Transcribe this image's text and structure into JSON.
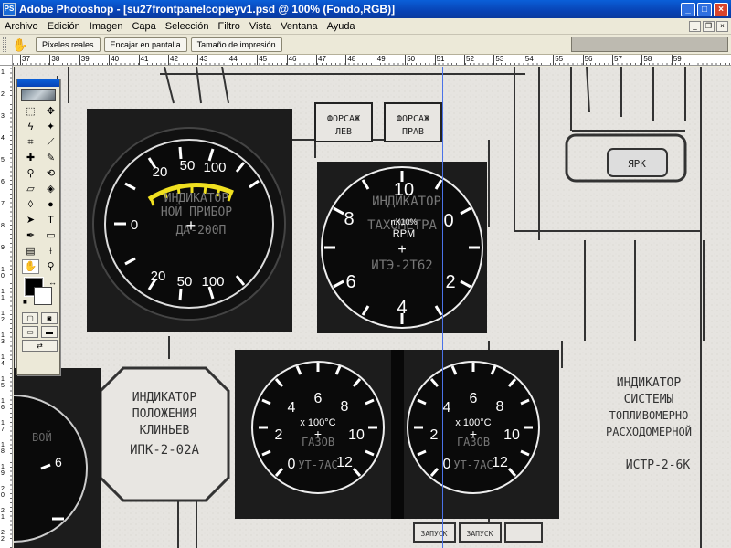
{
  "window": {
    "title": "Adobe Photoshop - [su27frontpanelcopieyv1.psd @ 100% (Fondo,RGB)]",
    "app_icon": "PS",
    "min": "_",
    "max": "□",
    "close": "×"
  },
  "menu": {
    "items": [
      "Archivo",
      "Edición",
      "Imagen",
      "Capa",
      "Selección",
      "Filtro",
      "Vista",
      "Ventana",
      "Ayuda"
    ],
    "mdi": [
      "_",
      "❐",
      "×"
    ]
  },
  "options": {
    "tool_icon": "hand-icon",
    "buttons": [
      "Píxeles reales",
      "Encajar en pantalla",
      "Tamaño de impresión"
    ]
  },
  "ruler": {
    "top_labels": [
      "37",
      "38",
      "39",
      "40",
      "41",
      "42",
      "43",
      "44",
      "45",
      "46",
      "47",
      "48",
      "49",
      "50",
      "51",
      "52",
      "53",
      "54",
      "55",
      "56",
      "57",
      "58",
      "59"
    ],
    "left_labels": [
      "1",
      "2",
      "3",
      "4",
      "5",
      "6",
      "7",
      "8",
      "9",
      "10",
      "11",
      "12",
      "13",
      "14",
      "15",
      "16",
      "17",
      "18",
      "19",
      "20",
      "21",
      "22"
    ]
  },
  "toolbox": {
    "tools": [
      {
        "name": "marquee-tool-icon",
        "glyph": "⬚"
      },
      {
        "name": "move-tool-icon",
        "glyph": "✥"
      },
      {
        "name": "lasso-tool-icon",
        "glyph": "ϟ"
      },
      {
        "name": "magic-wand-icon",
        "glyph": "✦"
      },
      {
        "name": "crop-tool-icon",
        "glyph": "⌗"
      },
      {
        "name": "slice-tool-icon",
        "glyph": "⟋"
      },
      {
        "name": "healing-brush-icon",
        "glyph": "✚"
      },
      {
        "name": "brush-tool-icon",
        "glyph": "✎"
      },
      {
        "name": "stamp-tool-icon",
        "glyph": "⚲"
      },
      {
        "name": "history-brush-icon",
        "glyph": "⟲"
      },
      {
        "name": "eraser-tool-icon",
        "glyph": "▱"
      },
      {
        "name": "bucket-tool-icon",
        "glyph": "◈"
      },
      {
        "name": "blur-tool-icon",
        "glyph": "◊"
      },
      {
        "name": "dodge-tool-icon",
        "glyph": "●"
      },
      {
        "name": "path-select-icon",
        "glyph": "➤"
      },
      {
        "name": "type-tool-icon",
        "glyph": "T"
      },
      {
        "name": "pen-tool-icon",
        "glyph": "✒"
      },
      {
        "name": "rectangle-tool-icon",
        "glyph": "▭"
      },
      {
        "name": "notes-tool-icon",
        "glyph": "▤"
      },
      {
        "name": "eyedropper-icon",
        "glyph": "⟊"
      },
      {
        "name": "hand-tool-icon",
        "glyph": "✋"
      },
      {
        "name": "zoom-tool-icon",
        "glyph": "⚲"
      }
    ],
    "swap": "↔",
    "reset": "■"
  },
  "canvas": {
    "labels": {
      "forsazh_lev": [
        "ФОРСАЖ",
        "ЛЕВ"
      ],
      "forsazh_prav": [
        "ФОРСАЖ",
        "ПРАВ"
      ],
      "yark": "ЯРК",
      "ipk": [
        "ИНДИКАТОР",
        "ПОЛОЖЕНИЯ",
        "КЛИНЬЕВ",
        "ИПК-2-02А"
      ],
      "istr": [
        "ИНДИКАТОР",
        "СИСТЕМЫ",
        "ТОПЛИВОМЕРНО",
        "РАСХОДОМЕРНОЙ",
        "ИСТР-2-6К"
      ],
      "left_gauge_bg": [
        "ИНДИКАТОР",
        "НОЙ ПРИБОР",
        "ДА-200П"
      ],
      "rpm_bg": [
        "ИНДИКАТОР",
        "ТАХОМЕТРА",
        "ИТЭ-2Т62"
      ],
      "temp_bg": [
        "ГАЗОВ",
        "УТ-7АС"
      ],
      "bottom_left": "ВОЙ",
      "bottom_buttons": [
        "ЗАПУСК",
        "ЗАПУСК"
      ]
    },
    "vsi_gauge": {
      "top_labels": [
        "20",
        "50",
        "100"
      ],
      "bottom_labels": [
        "20",
        "50",
        "100"
      ],
      "zero": "0",
      "arc_color": "#f0e020"
    },
    "rpm_gauge": {
      "numbers": [
        "10",
        "0",
        "2",
        "4",
        "6",
        "8"
      ],
      "caption_1": "nX10%",
      "caption_2": "RPM"
    },
    "temp_gauges": [
      {
        "numbers": [
          "0",
          "2",
          "4",
          "6",
          "8",
          "10",
          "12"
        ],
        "caption": "x 100°C"
      },
      {
        "numbers": [
          "0",
          "2",
          "4",
          "6",
          "8",
          "10",
          "12"
        ],
        "caption": "x 100°C"
      }
    ],
    "side_gauge_number": "6"
  }
}
